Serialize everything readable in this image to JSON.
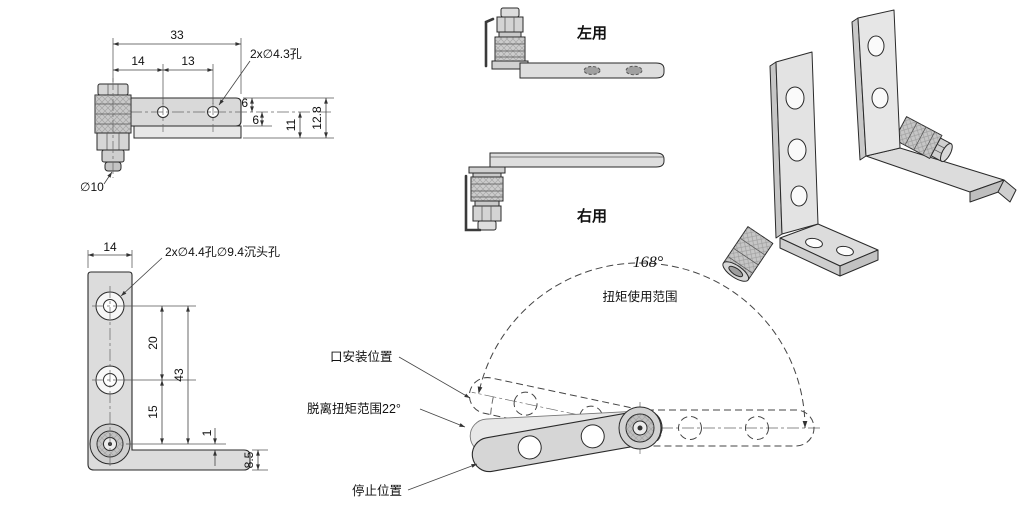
{
  "top_view": {
    "dim_total_width": "33",
    "dim_left": "14",
    "dim_hole_spacing": "13",
    "holes_note": "2x∅4.3孔",
    "dim_edge_a": "6",
    "dim_edge_b": "6",
    "dim_height_a": "11",
    "dim_height_b": "12.8",
    "dia_shaft": "∅10"
  },
  "side_view": {
    "dim_width": "14",
    "holes_note": "2x∅4.4孔∅9.4沉头孔",
    "dim_hole_spacing": "20",
    "dim_total": "43",
    "dim_lower": "15",
    "dim_offset": "1",
    "dim_foot": "8.5"
  },
  "orientation_views": {
    "left_label": "左用",
    "right_label": "右用"
  },
  "rotation_diagram": {
    "sweep_angle": "168°",
    "torque_range_label": "扭矩使用范围",
    "install_position_label": "口安装位置",
    "release_torque_label": "脱离扭矩范围22°",
    "stop_position_label": "停止位置"
  }
}
